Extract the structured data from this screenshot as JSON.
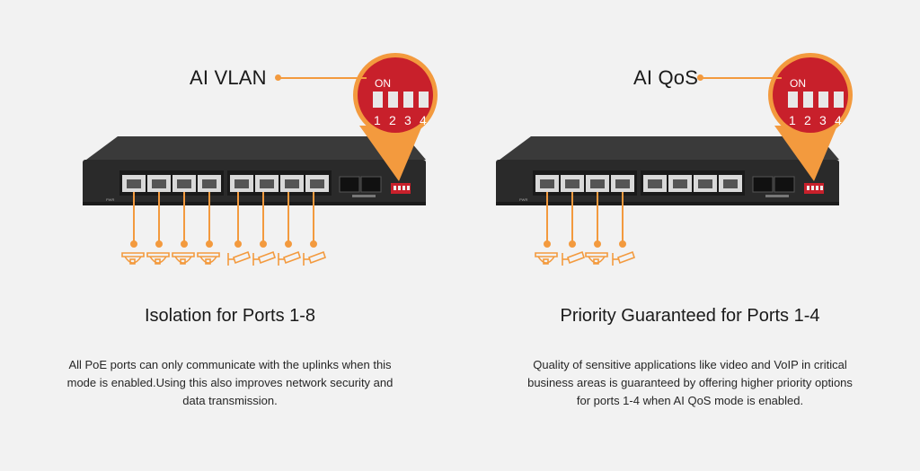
{
  "colors": {
    "background": "#f2f2f2",
    "accent": "#f39a3e",
    "switch_body": "#2b2b2b",
    "dip_red": "#c8202b"
  },
  "left": {
    "feature": "AI VLAN",
    "dip_on": "ON",
    "dip_numbers": [
      "1",
      "2",
      "3",
      "4"
    ],
    "heading": "Isolation for Ports 1-8",
    "description": "All PoE ports can only communicate with the uplinks when this mode is enabled.Using this also improves network security and data transmission.",
    "devices": [
      "dome-camera-icon",
      "dome-camera-icon",
      "dome-camera-icon",
      "dome-camera-icon",
      "bullet-camera-icon",
      "bullet-camera-icon",
      "bullet-camera-icon",
      "bullet-camera-icon"
    ]
  },
  "right": {
    "feature": "AI QoS",
    "dip_on": "ON",
    "dip_numbers": [
      "1",
      "2",
      "3",
      "4"
    ],
    "heading": "Priority Guaranteed for Ports 1-4",
    "description": "Quality of sensitive applications like video  and VoIP in critical business areas is guaranteed by offering higher priority options for ports 1-4 when AI QoS mode is enabled.",
    "devices": [
      "dome-camera-icon",
      "bullet-camera-icon",
      "dome-camera-icon",
      "bullet-camera-icon"
    ]
  }
}
